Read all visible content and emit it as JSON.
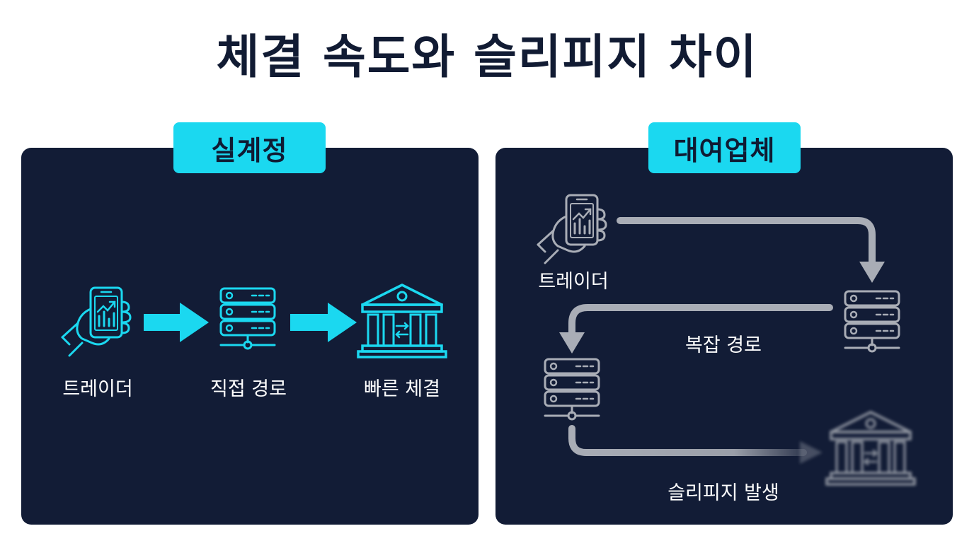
{
  "title": "체결 속도와 슬리피지 차이",
  "left_panel": {
    "tag": "실계정",
    "labels": {
      "trader": "트레이더",
      "direct_route": "직접 경로",
      "fast_execution": "빠른 체결"
    }
  },
  "right_panel": {
    "tag": "대여업체",
    "labels": {
      "trader": "트레이더",
      "complex_route": "복잡 경로",
      "slippage": "슬리피지 발생"
    }
  },
  "icons": [
    "smartphone-hand-icon",
    "server-icon",
    "bank-icon"
  ],
  "colors": {
    "title": "#111b33",
    "panel_bg": "#121c36",
    "accent_cyan": "#1bd8f0",
    "gray_path": "#a9adb6"
  }
}
